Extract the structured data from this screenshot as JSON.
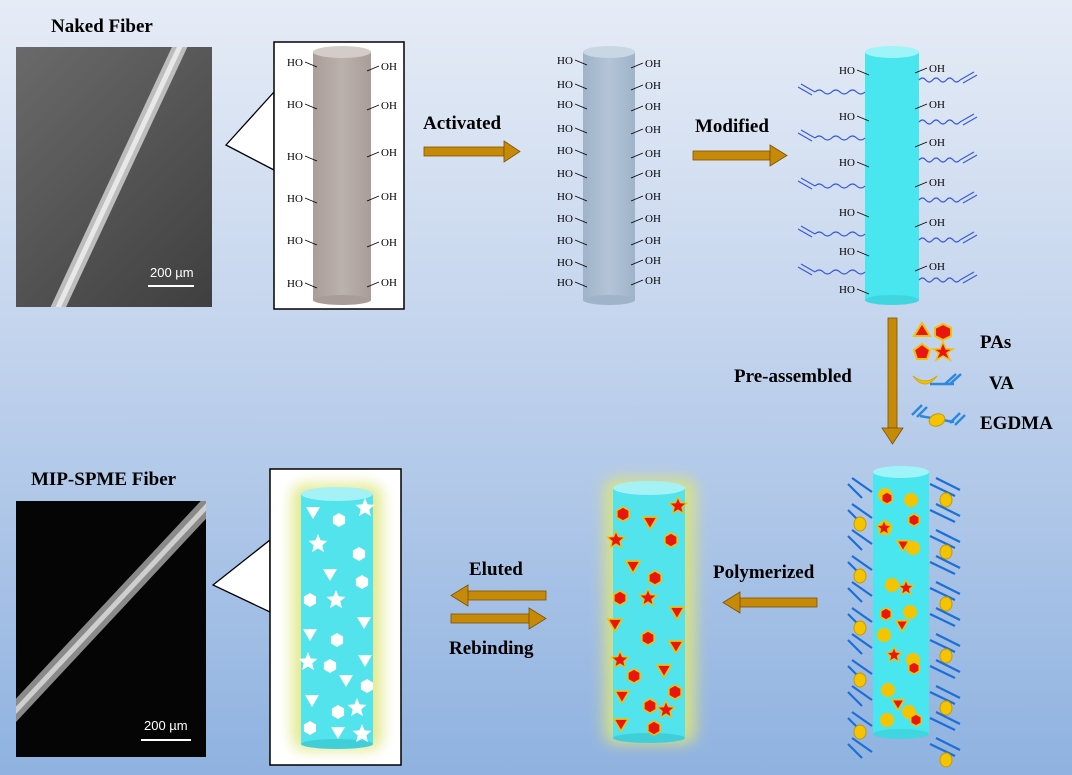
{
  "titles": {
    "naked": "Naked Fiber",
    "mip": "MIP-SPME Fiber"
  },
  "scale_bar": "200 µm",
  "steps": {
    "activated": "Activated",
    "modified": "Modified",
    "preassembled": "Pre-assembled",
    "polymerized": "Polymerized",
    "eluted": "Eluted",
    "rebinding": "Rebinding"
  },
  "legend": {
    "pas": "PAs",
    "va": "VA",
    "egdma": "EGDMA"
  },
  "groups": {
    "ho": "HO",
    "oh": "OH"
  },
  "colors": {
    "arrow": "#c68a08",
    "naked_fiber": "#b5aaa6",
    "activated_fiber": "#a9bcd1",
    "modified_fiber": "#49e6f0",
    "template_red": "#e8160f",
    "template_edge": "#f2c200",
    "crosslinker": "#1c6fd6",
    "monomer_bond": "#3a5bd9"
  }
}
